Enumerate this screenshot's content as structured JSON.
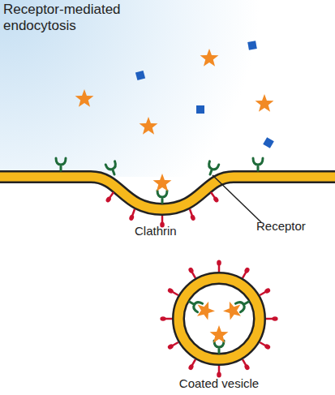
{
  "diagram": {
    "title": "Receptor-mediated endocytosis",
    "labels": [
      "Clathrin",
      "Receptor",
      "Coated vesicle"
    ]
  }
}
